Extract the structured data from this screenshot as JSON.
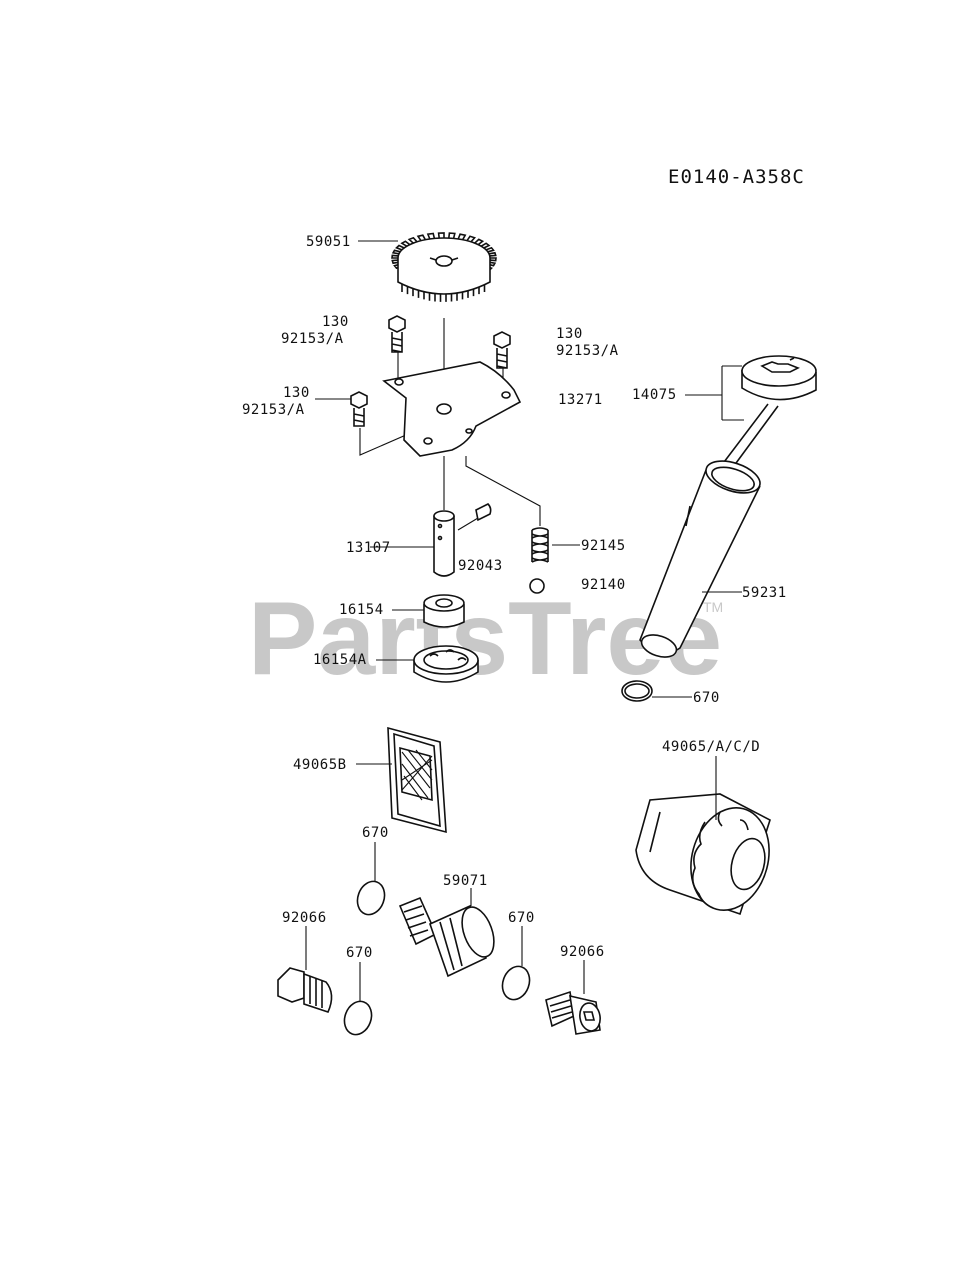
{
  "diagram_code": "E0140-A358C",
  "watermark": {
    "text": "PartsTree",
    "mark": "TM"
  },
  "labels": {
    "p59051": "59051",
    "p130_a": "130",
    "p92153a_a": "92153/A",
    "p130_b": "130",
    "p92153a_b": "92153/A",
    "p130_c": "130",
    "p92153a_c": "92153/A",
    "p13271": "13271",
    "p14075": "14075",
    "p13107": "13107",
    "p92043": "92043",
    "p92145": "92145",
    "p92140": "92140",
    "p59231": "59231",
    "p16154": "16154",
    "p16154A": "16154A",
    "p670_a": "670",
    "p49065B": "49065B",
    "p49065": "49065/A/C/D",
    "p670_b": "670",
    "p59071": "59071",
    "p670_c": "670",
    "p92066_a": "92066",
    "p670_d": "670",
    "p92066_b": "92066"
  }
}
